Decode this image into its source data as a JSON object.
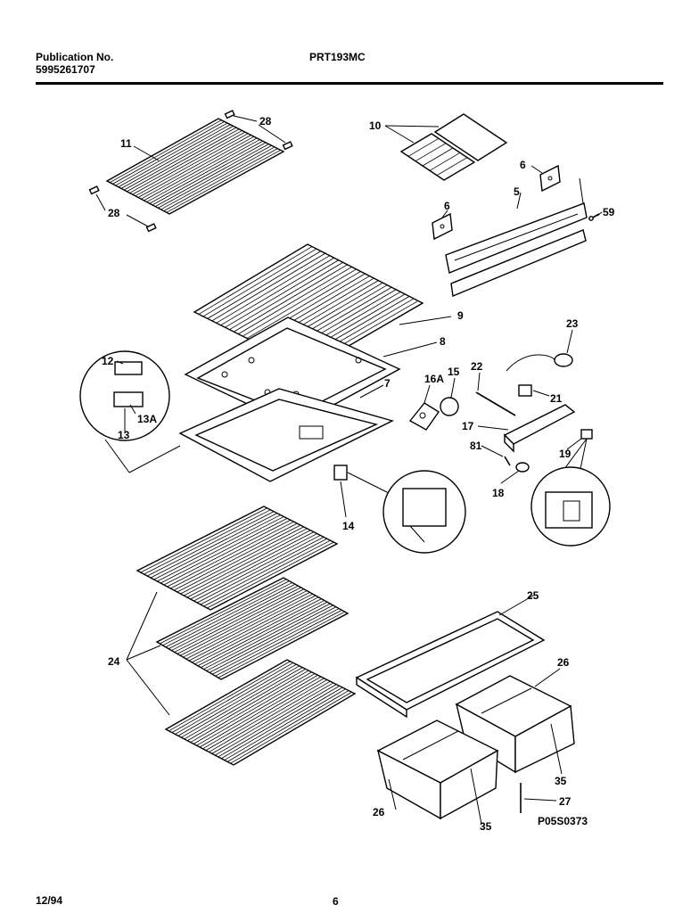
{
  "header": {
    "publication_label": "Publication No.",
    "publication_number": "5995261707",
    "model": "PRT193MC"
  },
  "callouts": {
    "c5": "5",
    "c6a": "6",
    "c6b": "6",
    "c7": "7",
    "c8": "8",
    "c9": "9",
    "c10": "10",
    "c11": "11",
    "c12": "12",
    "c13": "13",
    "c13a": "13A",
    "c14": "14",
    "c15": "15",
    "c16a": "16A",
    "c17": "17",
    "c18": "18",
    "c19": "19",
    "c21": "21",
    "c22": "22",
    "c23": "23",
    "c24": "24",
    "c25": "25",
    "c26a": "26",
    "c26b": "26",
    "c27": "27",
    "c28a": "28",
    "c28b": "28",
    "c35a": "35",
    "c35b": "35",
    "c59": "59",
    "c81": "81"
  },
  "figure_code": "P05S0373",
  "footer": {
    "date": "12/94",
    "page": "6"
  }
}
